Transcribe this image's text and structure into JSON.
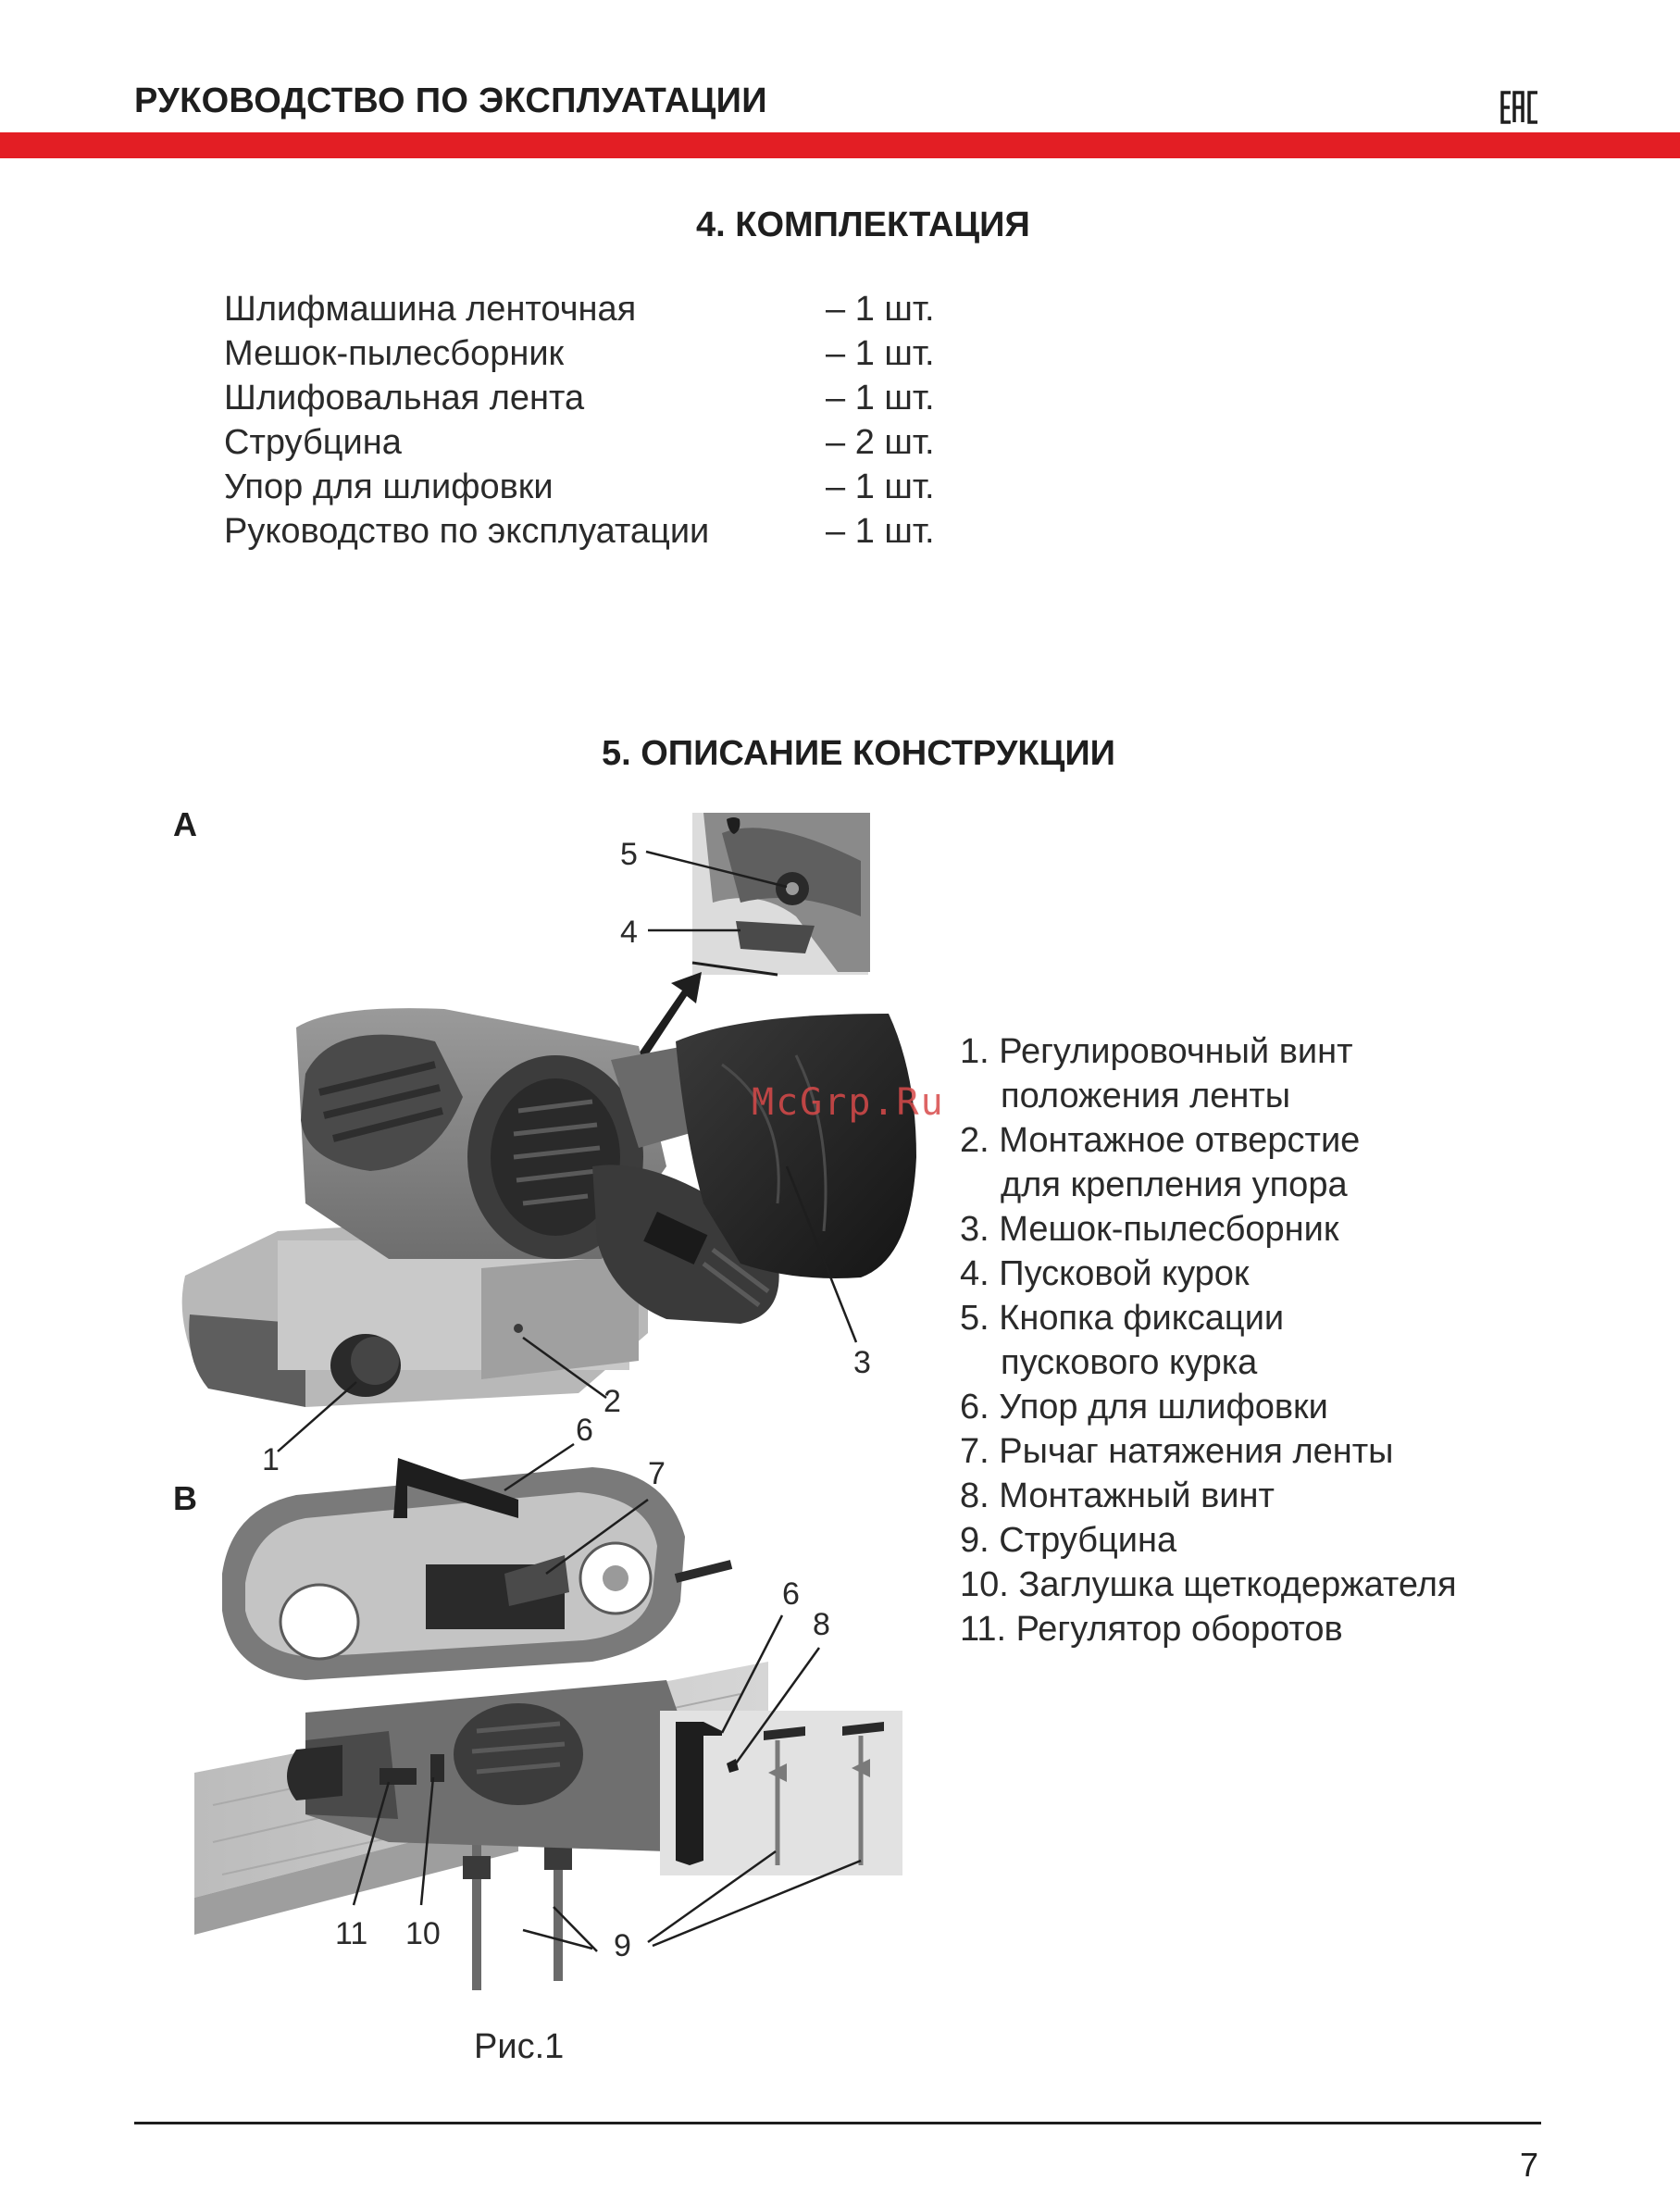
{
  "header": {
    "title": "РУКОВОДСТВО ПО ЭКСПЛУАТАЦИИ",
    "logo_icon": "eac-mark-icon",
    "accent_color": "#e31e24"
  },
  "section4": {
    "title": "4. КОМПЛЕКТАЦИЯ",
    "items": [
      {
        "name": "Шлифмашина ленточная",
        "qty": "– 1 шт."
      },
      {
        "name": "Мешок-пылесборник",
        "qty": "– 1 шт."
      },
      {
        "name": "Шлифовальная лента",
        "qty": "– 1 шт."
      },
      {
        "name": "Струбцина",
        "qty": "– 2 шт."
      },
      {
        "name": "Упор для шлифовки",
        "qty": "– 1 шт."
      },
      {
        "name": "Руководство по эксплуатации",
        "qty": "– 1 шт."
      }
    ]
  },
  "section5": {
    "title": "5. ОПИСАНИЕ КОНСТРУКЦИИ",
    "figure_a_label": "A",
    "figure_b_label": "B",
    "callouts_a": [
      "5",
      "4",
      "3",
      "2",
      "1"
    ],
    "callouts_b": [
      "6",
      "7",
      "6",
      "8",
      "11",
      "10",
      "9"
    ],
    "watermark": "McGrp.Ru",
    "legend": [
      {
        "num": "1.",
        "line1": "Регулировочный винт",
        "line2": "положения ленты"
      },
      {
        "num": "2.",
        "line1": "Монтажное отверстие",
        "line2": "для крепления упора"
      },
      {
        "num": "3.",
        "line1": "Мешок-пылесборник",
        "line2": ""
      },
      {
        "num": "4.",
        "line1": "Пусковой курок",
        "line2": ""
      },
      {
        "num": "5.",
        "line1": "Кнопка фиксации",
        "line2": "пускового курка"
      },
      {
        "num": "6.",
        "line1": "Упор для шлифовки",
        "line2": ""
      },
      {
        "num": "7.",
        "line1": "Рычаг натяжения ленты",
        "line2": ""
      },
      {
        "num": "8.",
        "line1": "Монтажный винт",
        "line2": ""
      },
      {
        "num": "9.",
        "line1": "Струбцина",
        "line2": ""
      },
      {
        "num": "10.",
        "line1": "Заглушка щеткодержателя",
        "line2": ""
      },
      {
        "num": "11.",
        "line1": "Регулятор оборотов",
        "line2": ""
      }
    ],
    "caption": "Рис.1"
  },
  "footer": {
    "page_number": "7"
  }
}
